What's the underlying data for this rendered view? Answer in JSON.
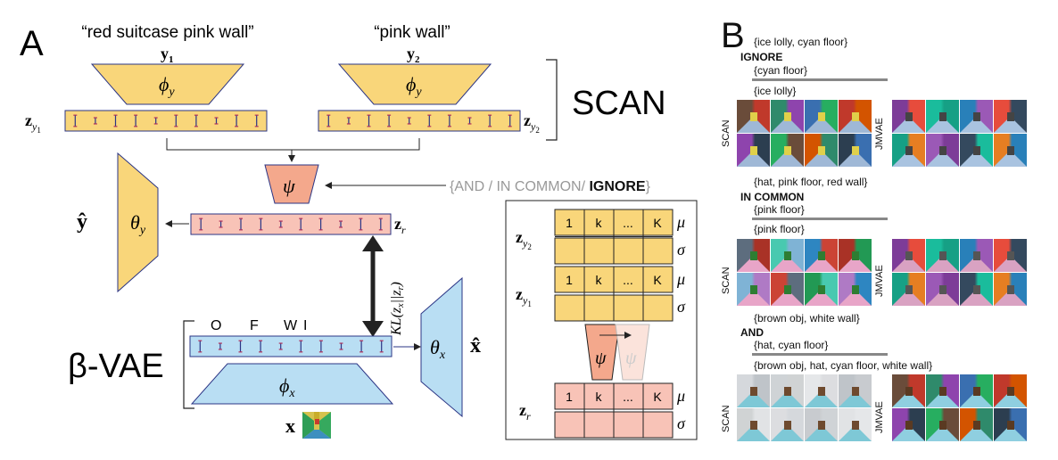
{
  "panel_a": {
    "label": "A",
    "caption1": "“red suitcase pink wall”",
    "caption2": "“pink wall”",
    "y1": "y",
    "y1_sub": "1",
    "y2": "y",
    "y2_sub": "2",
    "phi_y": "ϕ",
    "phi_y_sub": "y",
    "scan_label": "SCAN",
    "z_y1": "z",
    "z_y2": "z",
    "psi": "ψ",
    "op_prefix": "{AND / IN COMMON/ ",
    "op_ignore": "IGNORE",
    "op_suffix": "}",
    "y_hat": "ŷ",
    "theta_y": "θ",
    "theta_y_sub": "y",
    "z_r": "z",
    "z_r_sub": "r",
    "kl": "KL(z",
    "kl_rest": "||z",
    "kl_end": ")",
    "latent_labels": [
      "O",
      "F",
      "W",
      "I"
    ],
    "beta_vae": "β-VAE",
    "theta_x": "θ",
    "theta_x_sub": "x",
    "x_hat": "x̂",
    "phi_x": "ϕ",
    "phi_x_sub": "x",
    "x": "x"
  },
  "inset": {
    "cells": [
      "1",
      "k",
      "...",
      "K"
    ],
    "mu": "μ",
    "sigma": "σ",
    "psi": "ψ"
  },
  "panel_b": {
    "label": "B",
    "groups": [
      {
        "set1": "{ice lolly, cyan floor}",
        "op": "IGNORE",
        "set2": "{cyan floor}",
        "result": "{ice lolly}",
        "left": "SCAN",
        "right": "JMVAE"
      },
      {
        "set1": "{hat, pink floor, red wall}",
        "op": "IN COMMON",
        "set2": "{pink floor}",
        "result": "{pink floor}",
        "left": "SCAN",
        "right": "JMVAE"
      },
      {
        "set1": "{brown obj, white wall}",
        "op": "AND",
        "set2": "{hat, cyan floor}",
        "result": "{brown obj, hat, cyan floor, white wall}",
        "left": "SCAN",
        "right": "JMVAE"
      }
    ]
  },
  "colors": {
    "yellow": "#f9d67a",
    "pink": "#f8c3b7",
    "psi_orange": "#f4a88c",
    "blue": "#b9def3",
    "navy": "#2b3585"
  }
}
